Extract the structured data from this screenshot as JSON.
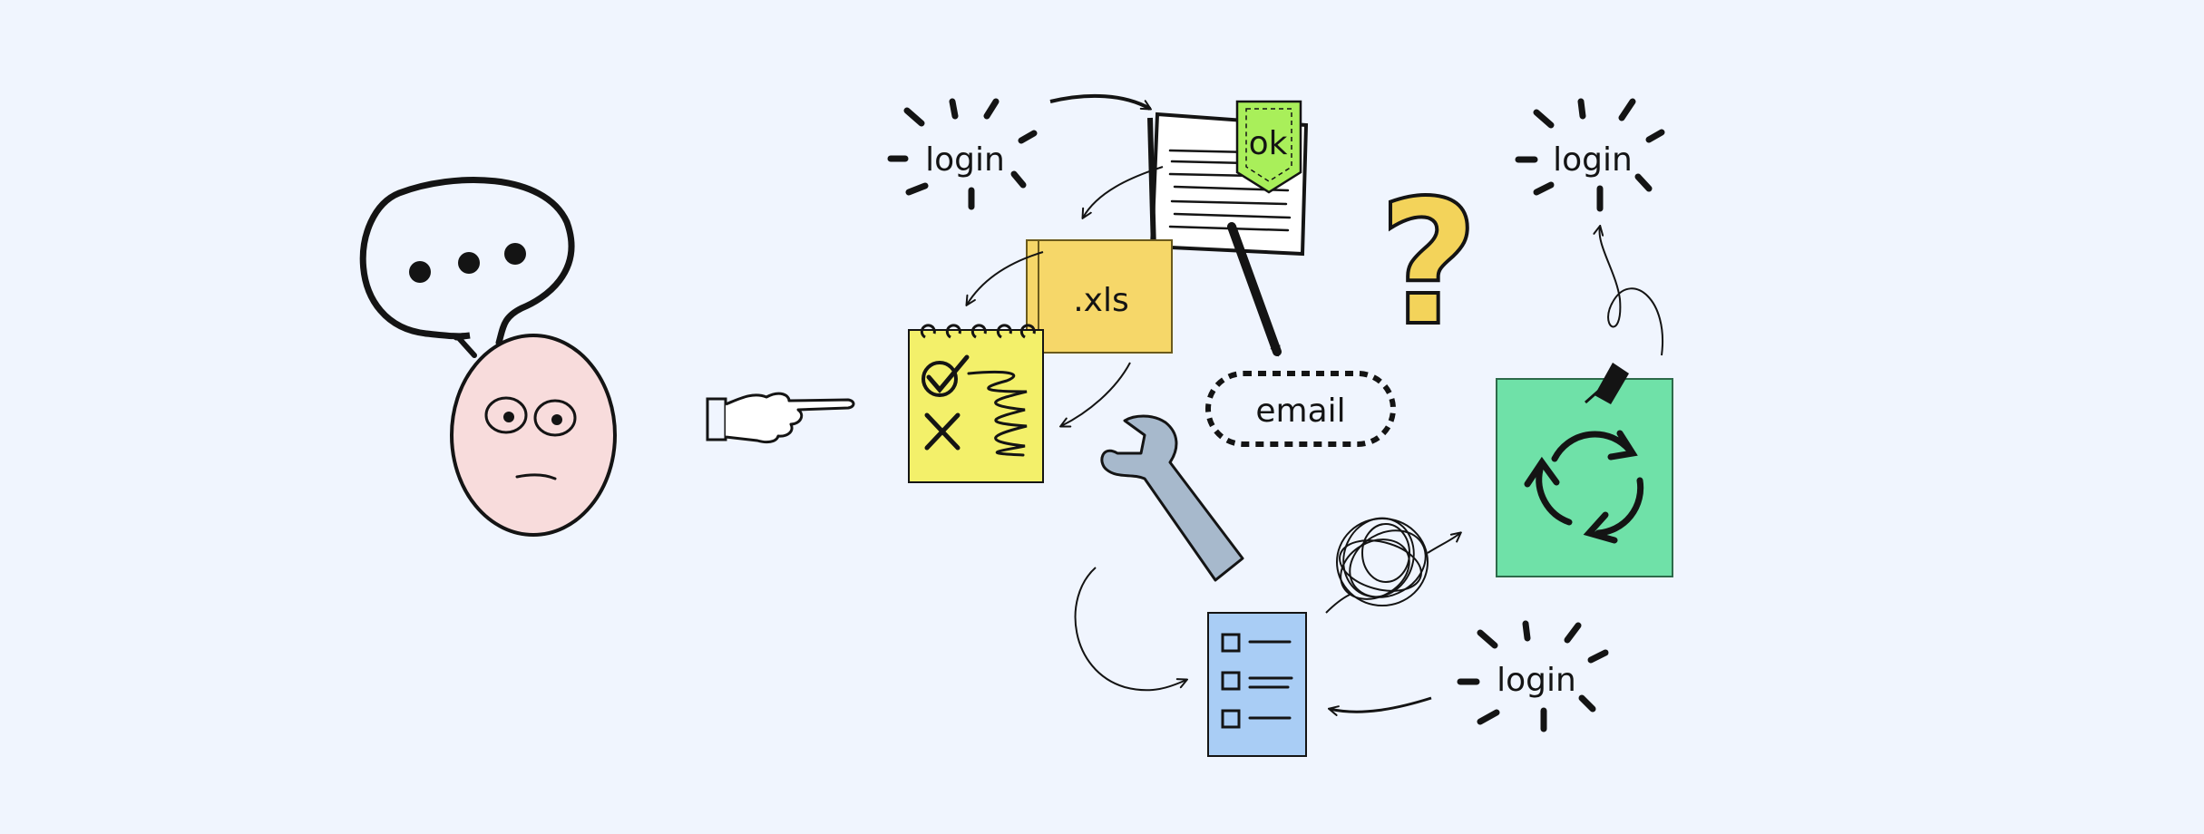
{
  "labels": {
    "login_top_left": "login",
    "login_top_right": "login",
    "login_bottom": "login",
    "ok_tag": "ok",
    "xls_note": ".xls",
    "email_bubble": "email",
    "question_mark": "?"
  },
  "colors": {
    "background": "#f0f5fe",
    "ink": "#141414",
    "face": "#f8dcdc",
    "ok_tag": "#a9ef5a",
    "xls_note": "#f6d769",
    "checklist_pad": "#f3f06a",
    "question_mark": "#f3d35a",
    "wrench": "#a7b9cc",
    "recycle_note": "#6fe1a8",
    "task_list": "#a9cdf5"
  },
  "icons": [
    "speech-bubble-icon",
    "confused-face-icon",
    "pointing-hand-icon",
    "document-icon",
    "checklist-notepad-icon",
    "question-mark-icon",
    "wrench-icon",
    "scribble-icon",
    "recycle-icon",
    "pin-icon",
    "task-list-icon"
  ]
}
